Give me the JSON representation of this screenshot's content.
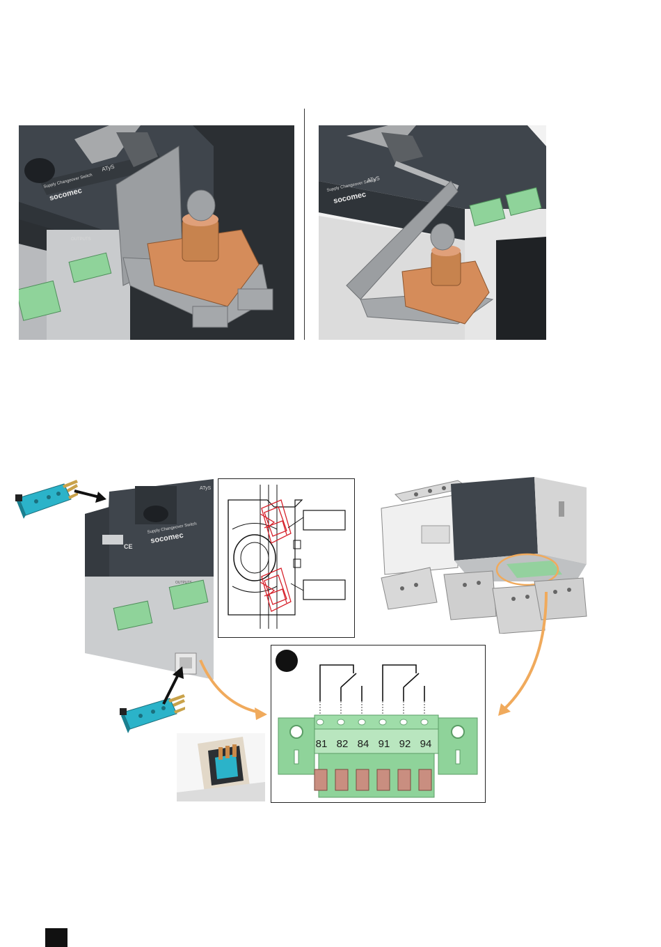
{
  "top_left_photo": {
    "brand": "socomec",
    "product": "ATyS",
    "panel_text": "Supply Changeover Switch",
    "outputs_label": "OUTPUTS"
  },
  "top_right_photo": {
    "brand": "socomec",
    "product": "ATyS",
    "panel_text": "Supply Changeover Switch"
  },
  "bottom_left_photo": {
    "brand": "socomec",
    "panel_text": "Supply Changeover Switch",
    "ce_mark": "CE",
    "outputs_label": "OUTPUTS",
    "product": "ATyS"
  },
  "schematic": {
    "label_box_top": "",
    "label_box_bottom": ""
  },
  "terminal_detail": {
    "terminals": [
      "81",
      "82",
      "84",
      "91",
      "92",
      "94"
    ]
  },
  "colors": {
    "terminal_green": "#8fd39a",
    "arrow_orange": "#f0aa5c",
    "copper": "#d58c5a",
    "dark_housing": "#3c4147",
    "microswitch_blue": "#2bb3c9",
    "schematic_red": "#d6202a"
  }
}
